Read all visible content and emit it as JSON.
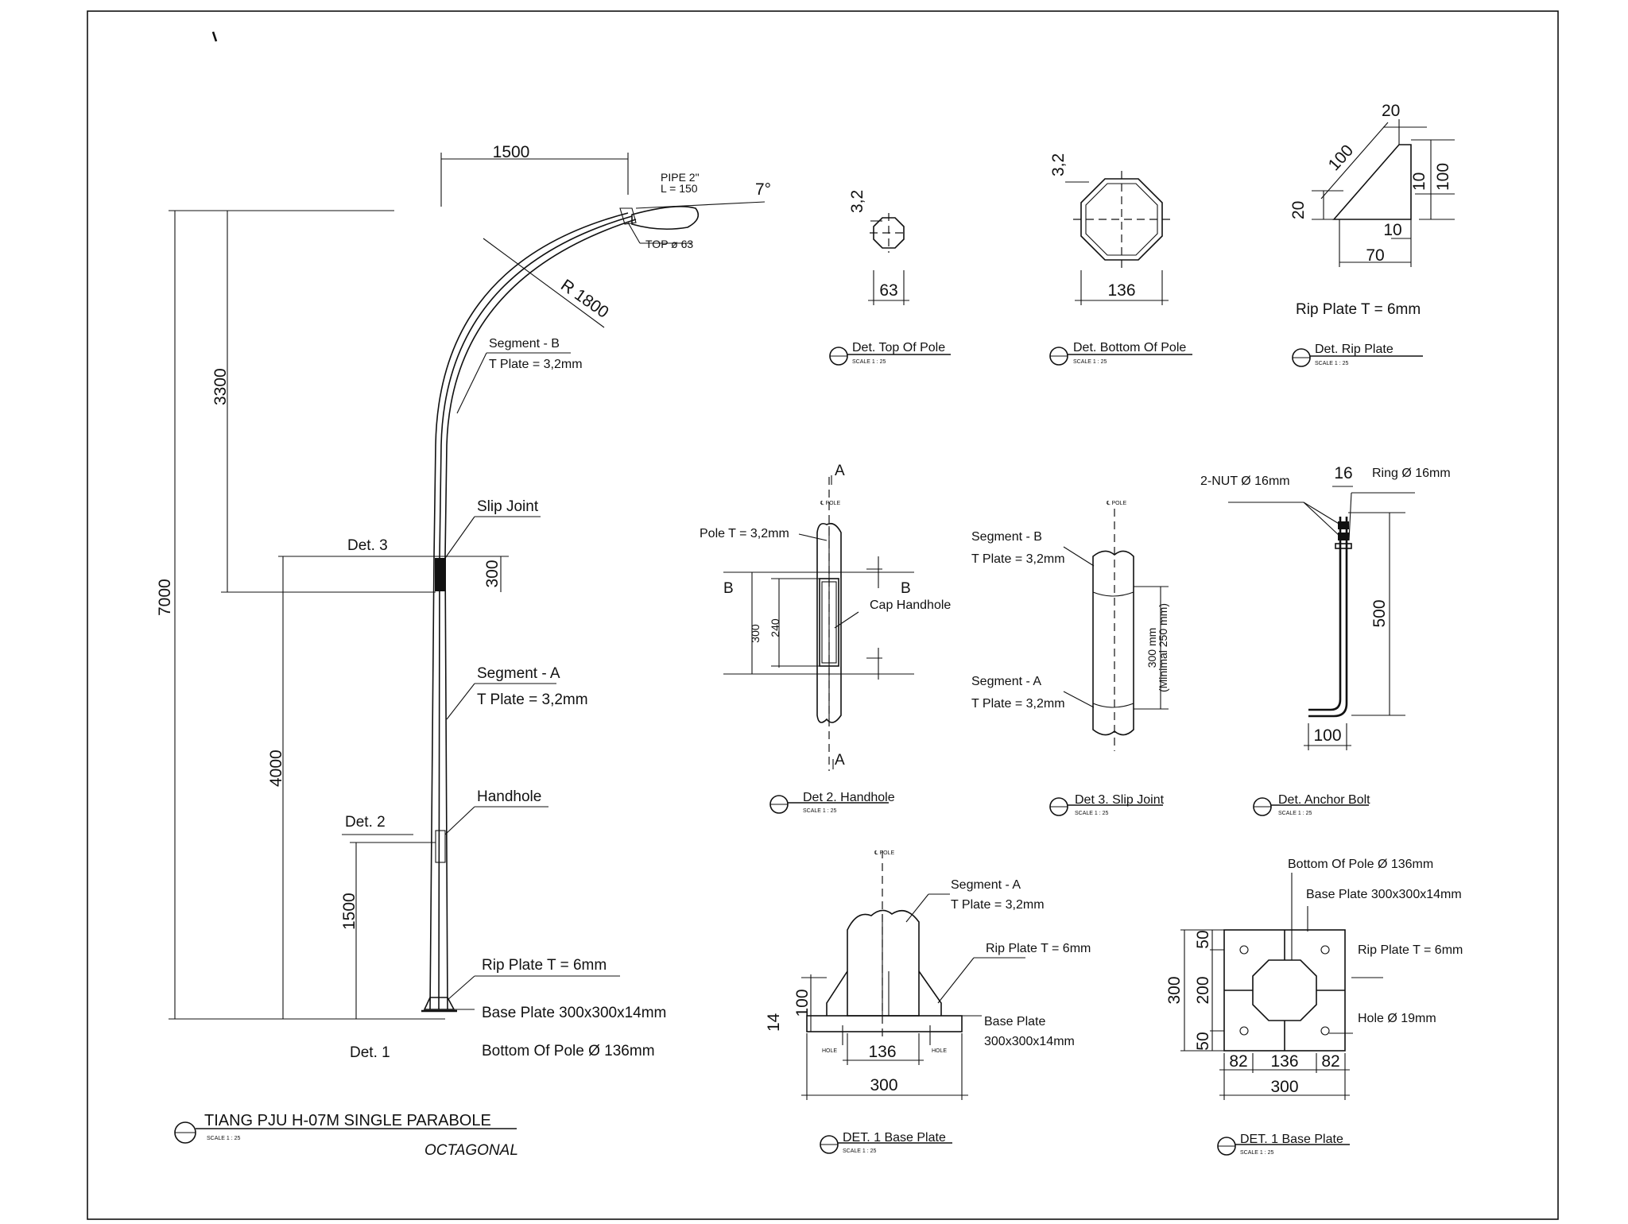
{
  "main_drawing": {
    "title": "TIANG PJU H-07M SINGLE PARABOLE",
    "subtitle": "OCTAGONAL",
    "scale": "SCALE 1 : 25",
    "dims": {
      "arm": "1500",
      "radius": "R 1800",
      "angle": "7°",
      "total_h": "7000",
      "upper_h": "3300",
      "lower_h": "4000",
      "handhole_h": "1500",
      "joint_h": "300"
    },
    "lamp_note": {
      "pipe": "PIPE 2\"",
      "length": "L = 150",
      "top": "TOP ø 63"
    },
    "labels": {
      "seg_b": "Segment - B",
      "seg_b_t": "T Plate = 3,2mm",
      "slip": "Slip Joint",
      "det3": "Det. 3",
      "seg_a": "Segment - A",
      "seg_a_t": "T Plate = 3,2mm",
      "handhole": "Handhole",
      "det2": "Det. 2",
      "rip": "Rip Plate T = 6mm",
      "base": "Base Plate 300x300x14mm",
      "bottom": "Bottom Of Pole Ø 136mm",
      "det1": "Det. 1"
    }
  },
  "det_top": {
    "title": "Det. Top Of Pole",
    "scale": "SCALE 1 : 25",
    "t": "3,2",
    "w": "63"
  },
  "det_bottom": {
    "title": "Det. Bottom Of Pole",
    "scale": "SCALE 1 : 25",
    "t": "3,2",
    "w": "136"
  },
  "det_rip": {
    "title": "Det. Rip Plate",
    "scale": "SCALE 1 : 25",
    "note": "Rip Plate T = 6mm",
    "d20": "20",
    "d100a": "100",
    "d100b": "100",
    "d10a": "10",
    "d10b": "10",
    "d20b": "20",
    "d70": "70"
  },
  "det_handhole": {
    "title": "Det 2. Handhole",
    "scale": "SCALE 1 : 25",
    "pole_t": "Pole T = 3,2mm",
    "cap": "Cap Handhole",
    "sec_a": "A",
    "sec_b": "B",
    "cl": "℄ POLE",
    "d300": "300",
    "d240": "240"
  },
  "det_slip": {
    "title": "Det 3. Slip Joint",
    "scale": "SCALE 1 : 25",
    "cl": "℄ POLE",
    "seg_b": "Segment - B",
    "seg_b_t": "T Plate = 3,2mm",
    "seg_a": "Segment - A",
    "seg_a_t": "T Plate = 3,2mm",
    "len": "300 mm",
    "len_min": "(Minimal 250 mm)"
  },
  "det_anchor": {
    "title": "Det. Anchor Bolt",
    "scale": "SCALE 1 : 25",
    "nut": "2-NUT Ø 16mm",
    "ring": "Ring Ø 16mm",
    "d16": "16",
    "d500": "500",
    "d100": "100"
  },
  "det_base_elev": {
    "title": "DET. 1 Base Plate",
    "scale": "SCALE 1 : 25",
    "cl": "℄ POLE",
    "seg_a": "Segment - A",
    "seg_a_t": "T Plate = 3,2mm",
    "rip": "Rip Plate T = 6mm",
    "base": "Base Plate",
    "base_dim": "300x300x14mm",
    "hole": "HOLE",
    "d100": "100",
    "d14": "14",
    "d136": "136",
    "d300": "300"
  },
  "det_base_plan": {
    "title": "DET. 1 Base Plate",
    "scale": "SCALE 1 : 25",
    "bottom": "Bottom Of Pole Ø 136mm",
    "base": "Base Plate 300x300x14mm",
    "rip": "Rip Plate T = 6mm",
    "hole": "Hole Ø 19mm",
    "d50a": "50",
    "d200": "200",
    "d50b": "50",
    "d300v": "300",
    "d82a": "82",
    "d136": "136",
    "d82b": "82",
    "d300h": "300"
  }
}
